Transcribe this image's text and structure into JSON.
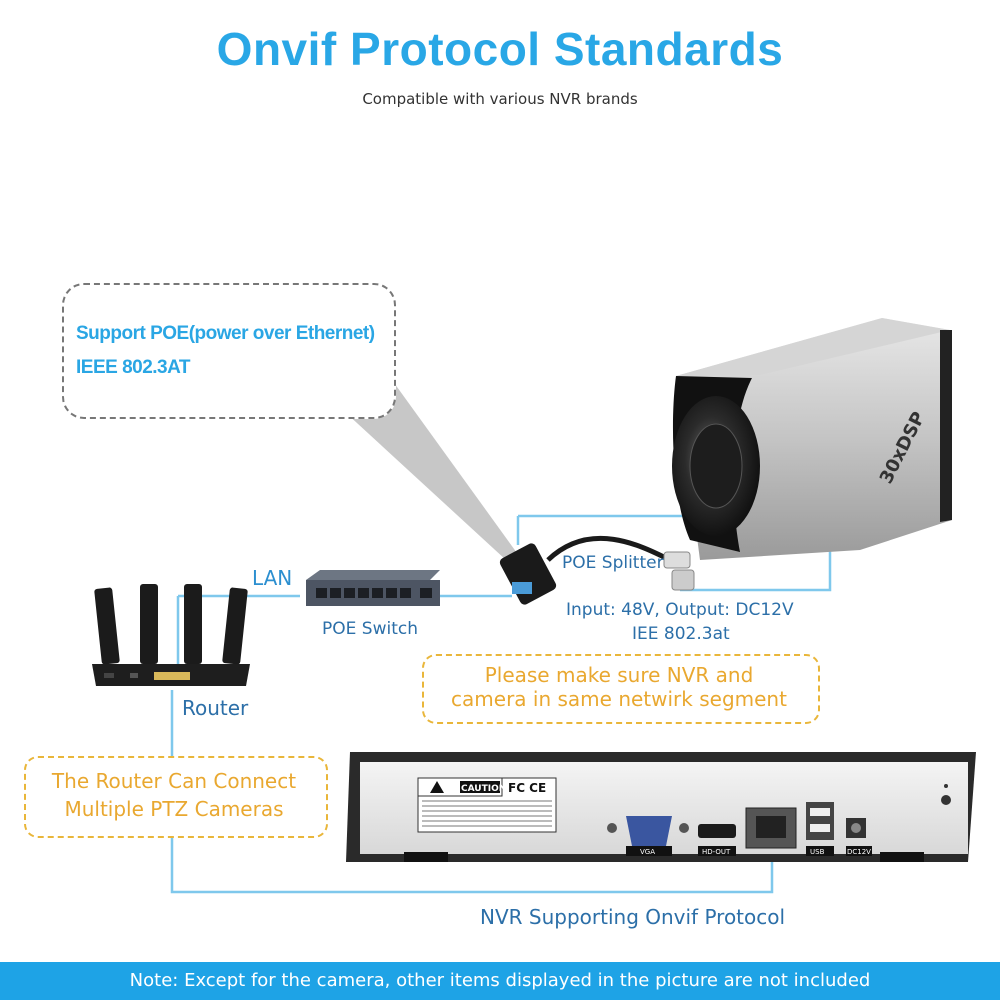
{
  "header": {
    "title": "Onvif Protocol Standards",
    "subtitle": "Compatible with various NVR brands"
  },
  "poe_callout": {
    "line1": "Support POE(power over Ethernet)",
    "line2": "IEEE 802.3AT"
  },
  "labels": {
    "lan": "LAN",
    "poe_switch": "POE Switch",
    "poe_splitter": "POE Splitter",
    "splitter_spec1": "Input: 48V, Output: DC12V",
    "splitter_spec2": "IEE 802.3at",
    "router": "Router",
    "nvr": "NVR Supporting Onvif Protocol"
  },
  "notices": {
    "segment_line1": "Please make sure NVR and",
    "segment_line2": "camera in same netwirk segment",
    "router_line1": "The Router Can Connect",
    "router_line2": "Multiple PTZ Cameras"
  },
  "camera": {
    "side_print": "30xDSP"
  },
  "nvr_panel": {
    "caution_title": "CAUTION",
    "fcc_mark": "FC CE",
    "ports": [
      "VGA",
      "HD-OUT",
      "USB",
      "DC12V"
    ]
  },
  "footer": {
    "note": "Note: Except for the camera, other items displayed in the picture are not included"
  },
  "colors": {
    "title_blue": "#29a7e6",
    "line_blue": "#7fc8ec",
    "orange": "#e9b63a",
    "note_bar": "#1ea3e6"
  }
}
